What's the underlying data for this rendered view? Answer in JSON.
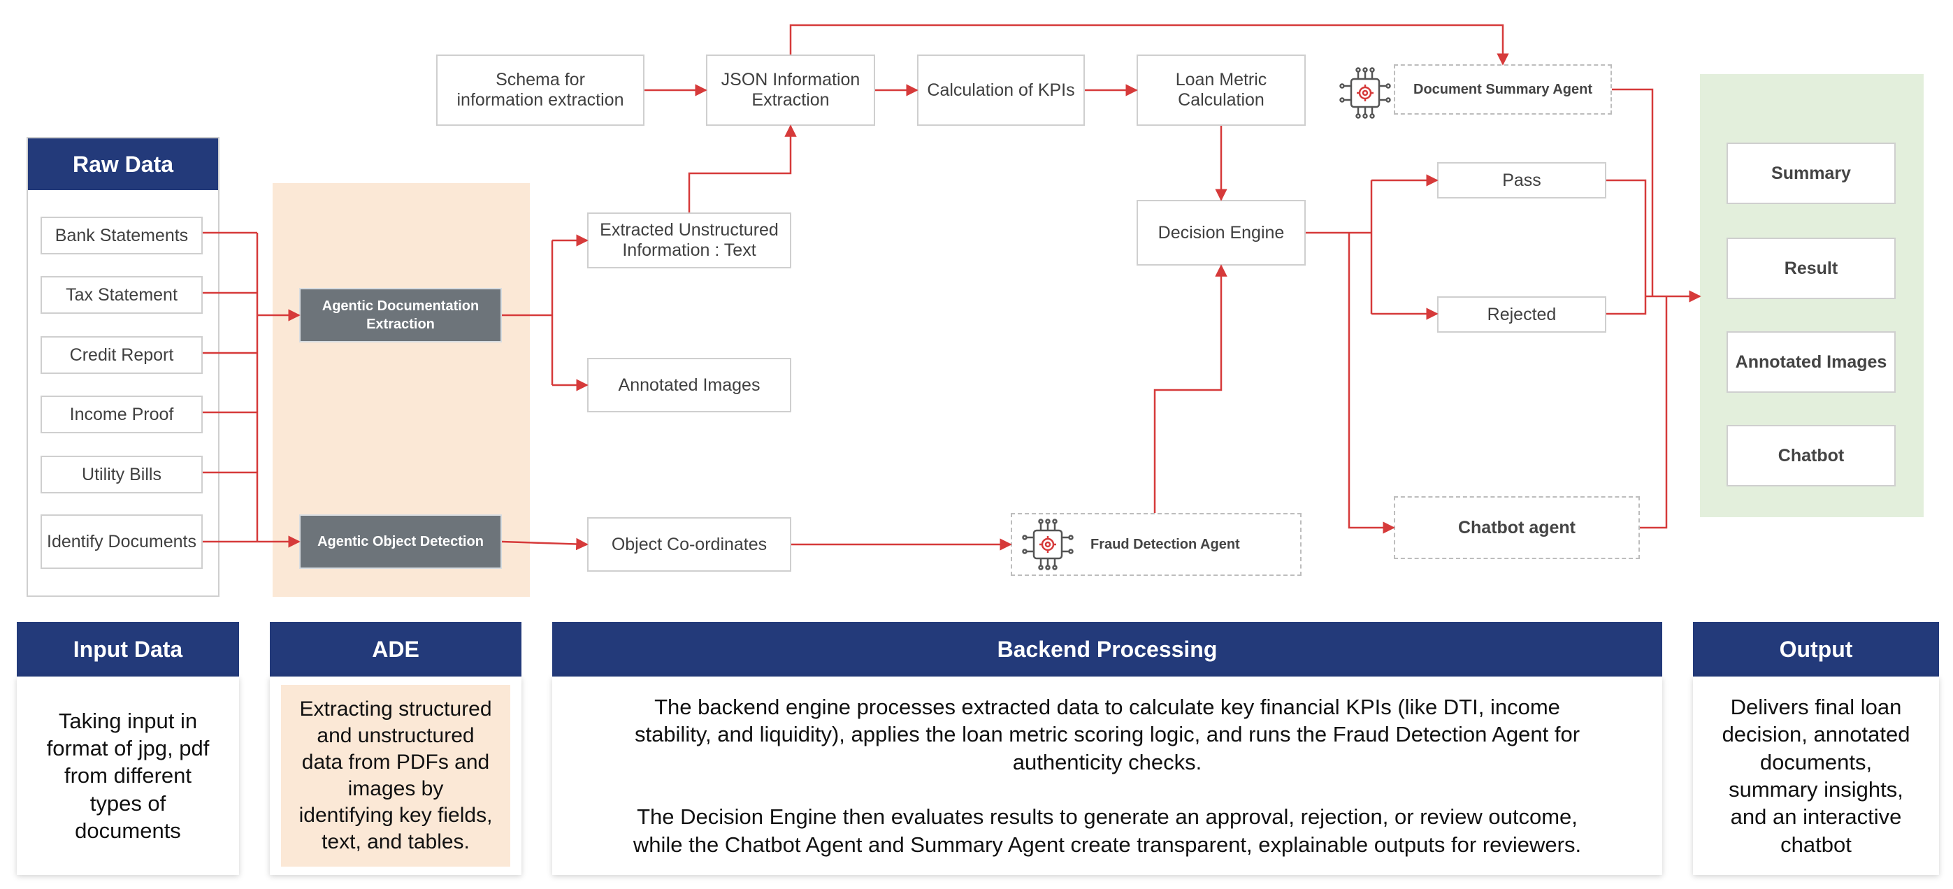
{
  "raw_data": {
    "title": "Raw Data",
    "items": [
      "Bank Statements",
      "Tax Statement",
      "Credit Report",
      "Income Proof",
      "Utility Bills",
      "Identify Documents"
    ]
  },
  "ade": {
    "doc_extraction": "Agentic Documentation Extraction",
    "object_detection": "Agentic Object Detection"
  },
  "nodes": {
    "schema": "Schema for information extraction",
    "json_extraction": "JSON Information Extraction",
    "kpis": "Calculation of KPIs",
    "loan_metric": "Loan Metric Calculation",
    "doc_summary_agent": "Document Summary Agent",
    "extracted_unstructured": "Extracted Unstructured Information : Text",
    "annotated_images": "Annotated Images",
    "object_coordinates": "Object Co-ordinates",
    "fraud_agent": "Fraud Detection Agent",
    "decision_engine": "Decision Engine",
    "pass": "Pass",
    "rejected": "Rejected",
    "chatbot_agent": "Chatbot agent"
  },
  "outputs": [
    "Summary",
    "Result",
    "Annotated Images",
    "Chatbot"
  ],
  "sections": [
    {
      "title": "Input Data",
      "text": "Taking input in\nformat of jpg, pdf\nfrom different\ntypes of\ndocuments"
    },
    {
      "title": "ADE",
      "text": "Extracting  structured\nand unstructured\ndata from PDFs and\nimages by\nidentifying key fields,\ntext, and tables."
    },
    {
      "title": "Backend Processing",
      "text": "The backend engine processes extracted data to calculate key financial KPIs (like DTI, income\nstability, and liquidity), applies the loan metric scoring logic, and runs the Fraud Detection Agent for\nauthenticity checks.\n\nThe Decision Engine then evaluates results to generate an approval, rejection, or review outcome,\nwhile the Chatbot Agent and Summary Agent create transparent, explainable outputs for reviewers."
    },
    {
      "title": "Output",
      "text": "Delivers final loan\ndecision, annotated\ndocuments,\nsummary insights,\nand an interactive\nchatbot"
    }
  ],
  "colors": {
    "header": "#233a7a",
    "arrow": "#d63a3a",
    "ade_bg": "#fbe8d6",
    "output_bg": "#e3efdc",
    "agent_box": "#6d747a"
  }
}
